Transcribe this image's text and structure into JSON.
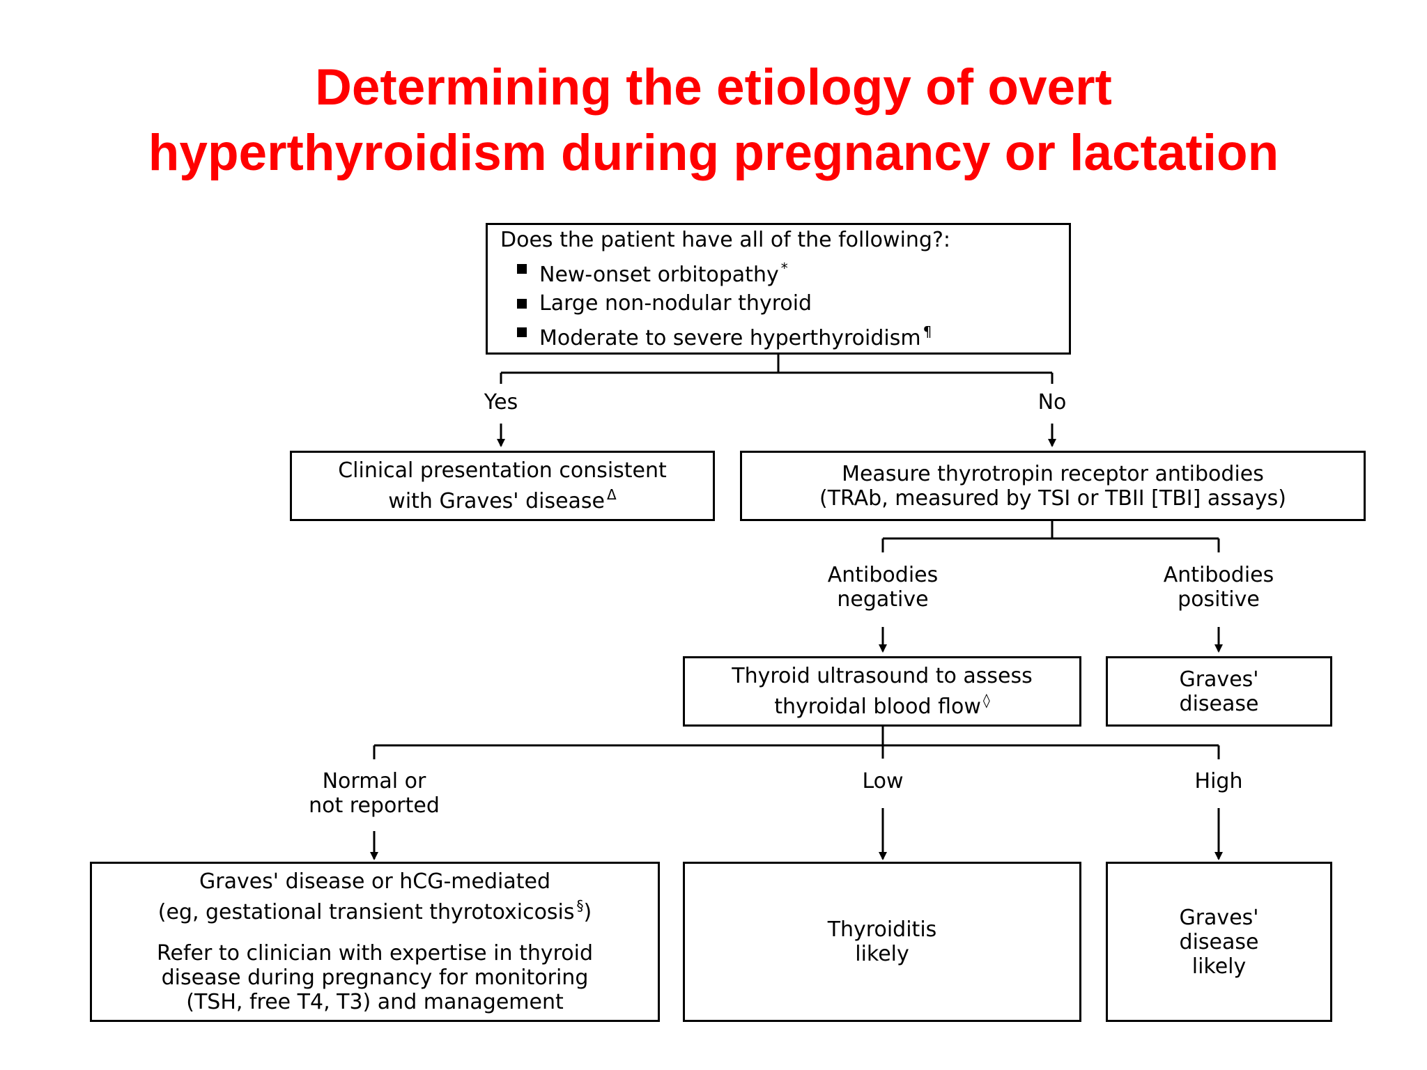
{
  "title": {
    "line1": "Determining the etiology of overt",
    "line2": "hyperthyroidism during pregnancy or lactation"
  },
  "question": {
    "heading": "Does the patient have all of the following?:",
    "items": [
      {
        "text": "New-onset orbitopathy",
        "mark": "*"
      },
      {
        "text": "Large non-nodular thyroid",
        "mark": ""
      },
      {
        "text": "Moderate to severe hyperthyroidism",
        "mark": "¶"
      }
    ]
  },
  "branch_yes": "Yes",
  "branch_no": "No",
  "graves_clinical": {
    "line1": "Clinical presentation consistent",
    "line2": "with Graves' disease",
    "mark": "Δ"
  },
  "trab": {
    "line1": "Measure thyrotropin receptor antibodies",
    "line2": "(TRAb, measured by TSI or TBII [TBI] assays)"
  },
  "ab_negative": {
    "line1": "Antibodies",
    "line2": "negative"
  },
  "ab_positive": {
    "line1": "Antibodies",
    "line2": "positive"
  },
  "ultrasound": {
    "line1": "Thyroid ultrasound to assess",
    "line2": "thyroidal blood flow",
    "mark": "◊"
  },
  "graves_positive": {
    "line1": "Graves'",
    "line2": "disease"
  },
  "flow_normal": {
    "line1": "Normal or",
    "line2": "not reported"
  },
  "flow_low": "Low",
  "flow_high": "High",
  "outcome_normal": {
    "line1": "Graves' disease or hCG-mediated",
    "line2": "(eg, gestational transient thyrotoxicosis",
    "mark": "§",
    "line2_end": ")",
    "line3": "Refer to clinician with expertise in thyroid",
    "line4": "disease during pregnancy for monitoring",
    "line5": "(TSH, free T4, T3) and management"
  },
  "outcome_low": {
    "line1": "Thyroiditis",
    "line2": "likely"
  },
  "outcome_high": {
    "line1": "Graves'",
    "line2": "disease",
    "line3": "likely"
  }
}
